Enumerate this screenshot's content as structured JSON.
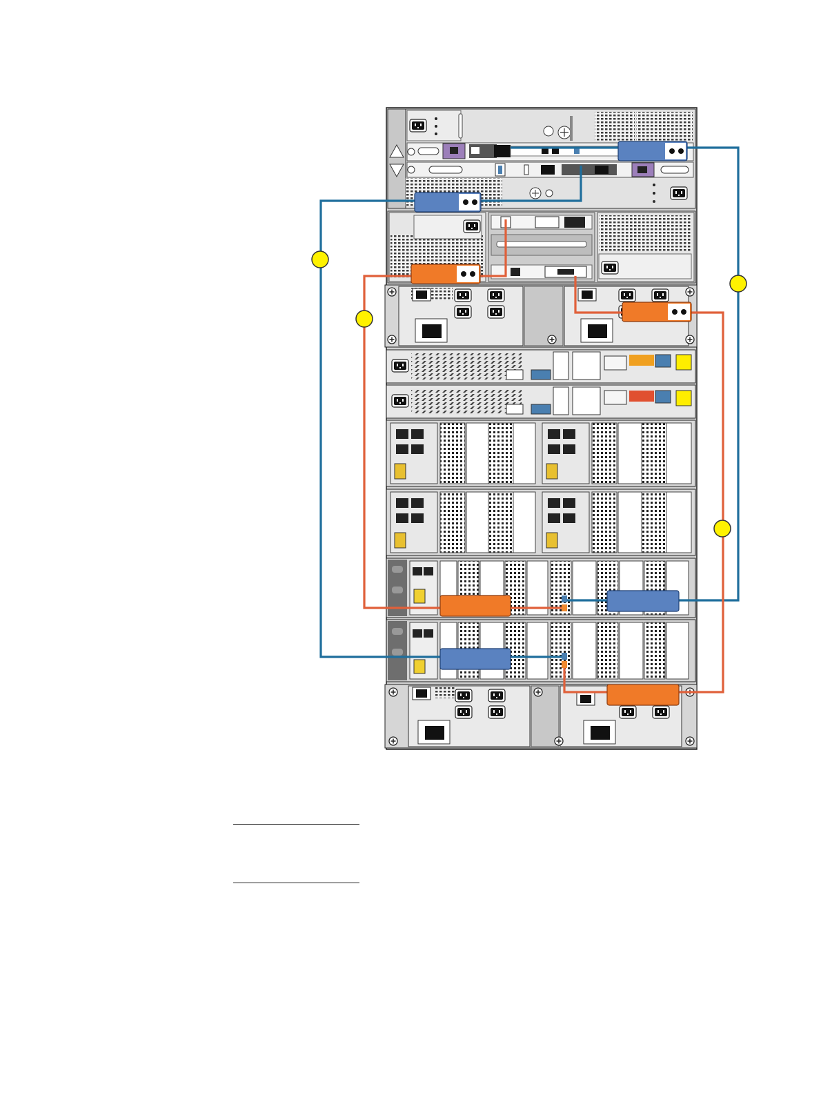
{
  "diagram": {
    "colors": {
      "blue_cable": "#1f6e9c",
      "orange_cable": "#e0603a",
      "blue_label": "#5a82c0",
      "orange_label": "#f07a28",
      "callout": "#fff200",
      "chassis": "#d6d6d6",
      "bezel": "#6e6e6e"
    },
    "cables": [
      {
        "id": "blue-left",
        "color": "blue"
      },
      {
        "id": "blue-right",
        "color": "blue"
      },
      {
        "id": "orange-left",
        "color": "orange"
      },
      {
        "id": "orange-right",
        "color": "orange"
      }
    ],
    "callouts": [
      {
        "id": "callout-blue-left"
      },
      {
        "id": "callout-orange-left"
      },
      {
        "id": "callout-blue-right"
      },
      {
        "id": "callout-orange-right"
      }
    ]
  }
}
